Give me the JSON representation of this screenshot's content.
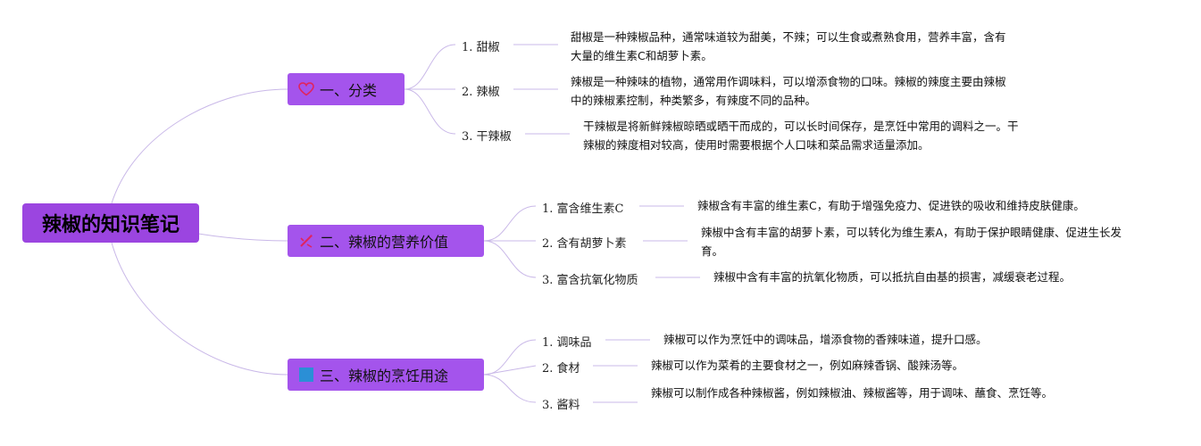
{
  "root": {
    "title": "辣椒的知识笔记"
  },
  "colors": {
    "accent": "#a454ec",
    "line": "#c9b8e8",
    "heart": "#e0245e",
    "square": "#2b8fd6"
  },
  "branches": [
    {
      "label": "一、分类",
      "icon": "heart-icon",
      "items": [
        {
          "label": "1. 甜椒",
          "desc": "甜椒是一种辣椒品种，通常味道较为甜美，不辣；可以生食或煮熟食用，营养丰富，含有大量的维生素C和胡萝卜素。"
        },
        {
          "label": "2. 辣椒",
          "desc": "辣椒是一种辣味的植物，通常用作调味料，可以增添食物的口味。辣椒的辣度主要由辣椒中的辣椒素控制，种类繁多，有辣度不同的品种。"
        },
        {
          "label": "3. 干辣椒",
          "desc": "干辣椒是将新鲜辣椒晾晒或晒干而成的，可以长时间保存，是烹饪中常用的调料之一。干辣椒的辣度相对较高，使用时需要根据个人口味和菜品需求适量添加。"
        }
      ]
    },
    {
      "label": "二、辣椒的营养价值",
      "icon": "sparkle-icon",
      "items": [
        {
          "label": "1. 富含维生素C",
          "desc": "辣椒含有丰富的维生素C，有助于增强免疫力、促进铁的吸收和维持皮肤健康。"
        },
        {
          "label": "2. 含有胡萝卜素",
          "desc": "辣椒中含有丰富的胡萝卜素，可以转化为维生素A，有助于保护眼睛健康、促进生长发育。"
        },
        {
          "label": "3. 富含抗氧化物质",
          "desc": "辣椒中含有丰富的抗氧化物质，可以抵抗自由基的损害，减缓衰老过程。"
        }
      ]
    },
    {
      "label": "三、辣椒的烹饪用途",
      "icon": "blue-square-icon",
      "items": [
        {
          "label": "1. 调味品",
          "desc": "辣椒可以作为烹饪中的调味品，增添食物的香辣味道，提升口感。"
        },
        {
          "label": "2. 食材",
          "desc": "辣椒可以作为菜肴的主要食材之一，例如麻辣香锅、酸辣汤等。"
        },
        {
          "label": "3. 酱料",
          "desc": "辣椒可以制作成各种辣椒酱，例如辣椒油、辣椒酱等，用于调味、蘸食、烹饪等。"
        }
      ]
    }
  ]
}
